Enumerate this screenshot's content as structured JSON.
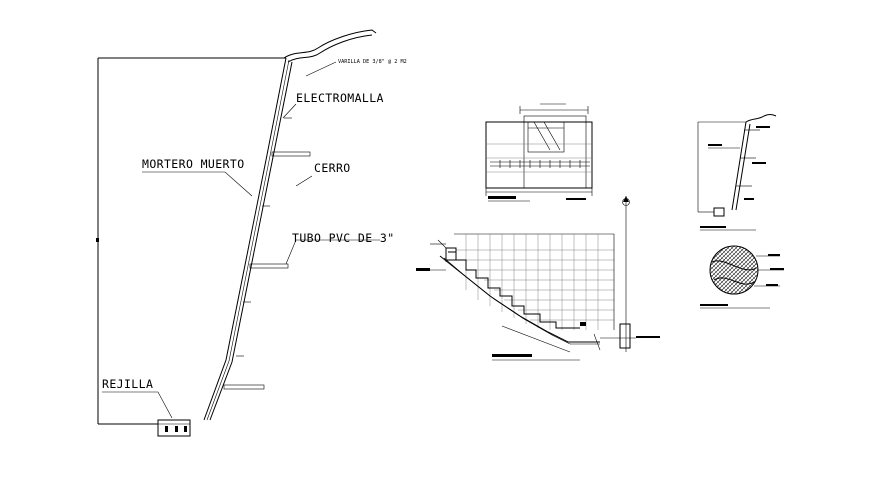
{
  "section": {
    "labels": {
      "varilla": "VARILLA DE 3/8\" @ 2 M2",
      "electromalla": "ELECTROMALLA",
      "mortero": "MORTERO MUERTO",
      "cerro": "CERRO",
      "tubo": "TUBO PVC DE 3\"",
      "rejilla": "REJILLA"
    }
  }
}
